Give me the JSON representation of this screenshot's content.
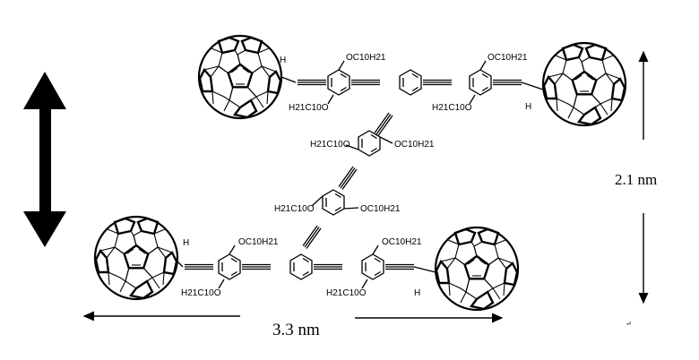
{
  "figure": {
    "width_label": "3.3 nm",
    "height_label": "2.1 nm",
    "tiny_mark": "↵",
    "substituents": {
      "alkoxy_right": "OC10H21",
      "alkoxy_left": "H21C10O",
      "hydrogen": "H"
    },
    "colors": {
      "ink": "#000000",
      "background": "#ffffff"
    }
  }
}
